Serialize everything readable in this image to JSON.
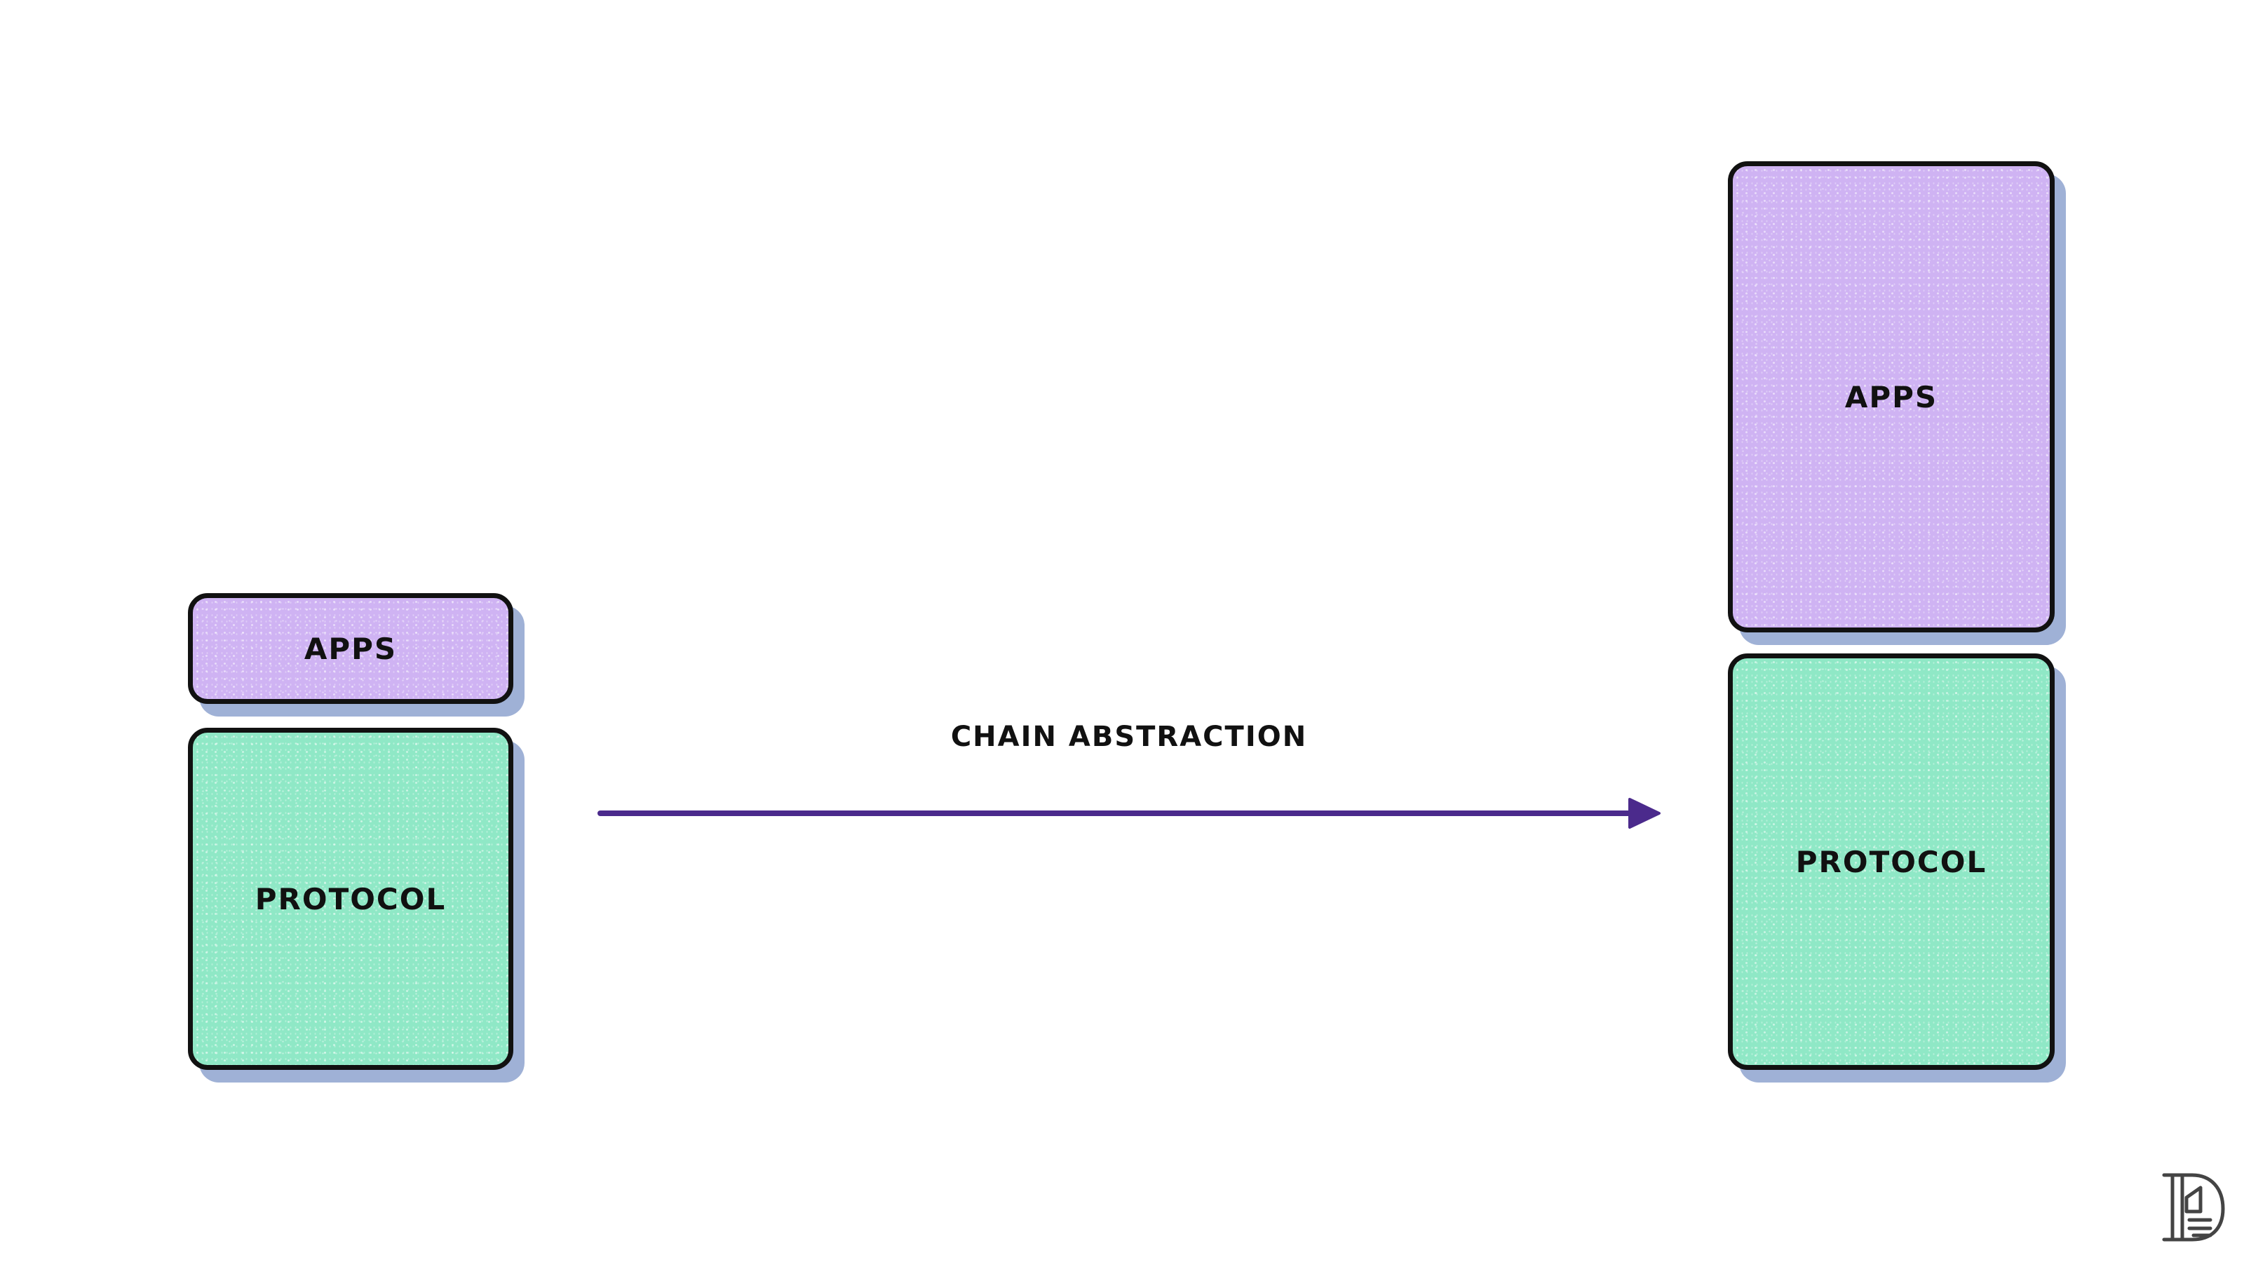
{
  "diagram": {
    "left_stack": {
      "apps_label": "APPS",
      "protocol_label": "PROTOCOL"
    },
    "right_stack": {
      "apps_label": "APPS",
      "protocol_label": "PROTOCOL"
    },
    "arrow": {
      "label": "CHAIN ABSTRACTION",
      "color": "#4b2a8c"
    }
  },
  "colors": {
    "apps_fill": "#cfb3f3",
    "protocol_fill": "#8fe8c6",
    "outline": "#111111",
    "shadow": "#9fb1d6"
  },
  "logo": {
    "icon": "publisher-logo-icon"
  }
}
